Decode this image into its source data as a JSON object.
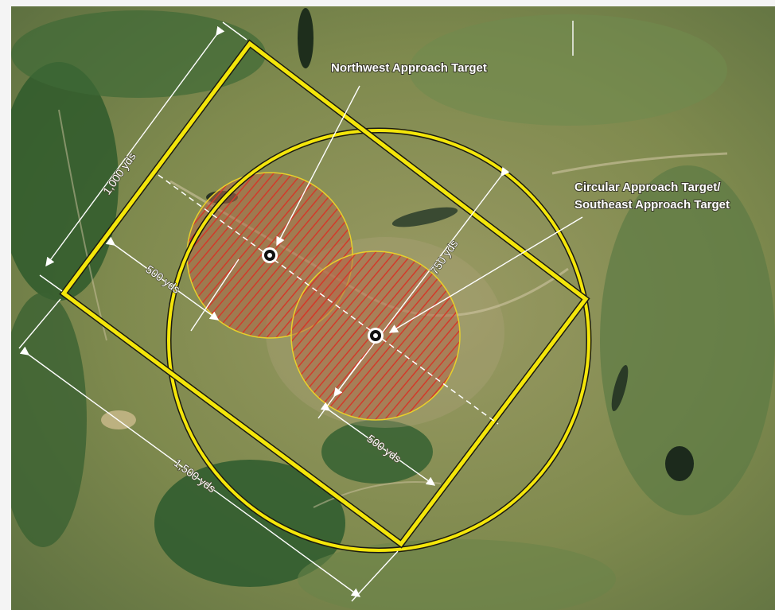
{
  "labels": {
    "northwest_target": "Northwest Approach Target",
    "circular_target_line1": "Circular Approach Target/",
    "circular_target_line2": "Southeast Approach Target"
  },
  "dimensions": {
    "d_1000": "1,000 yds",
    "d_1500": "1,500 yds",
    "d_500_left": "500 yds",
    "d_500_bottom": "500 yds",
    "d_750": "750 yds"
  },
  "colors": {
    "boundary": "#f4e60a",
    "hatch": "#d23a2a",
    "terrain": "#7f8a4e",
    "annotation": "#ffffff"
  },
  "icons": [
    "target-marker-icon"
  ]
}
